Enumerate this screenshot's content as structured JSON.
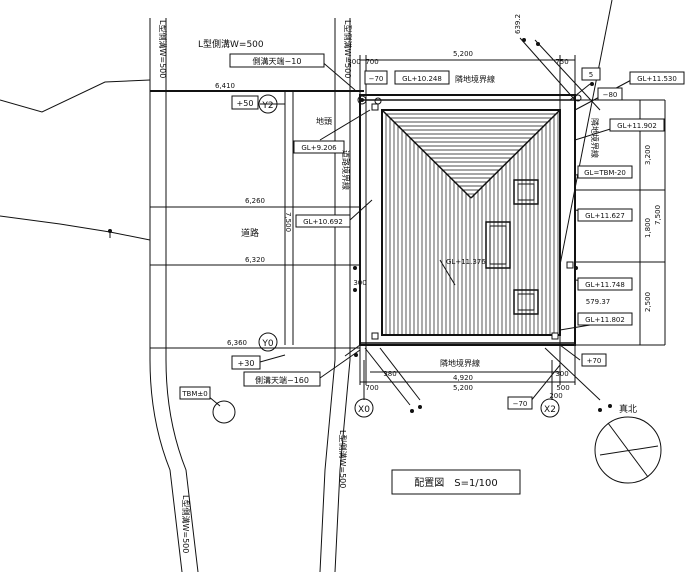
{
  "title": "配置図　S=1/100",
  "labels": {
    "road": "道路",
    "north": "真北",
    "tbm_box": "TBM±0",
    "jichou": "地頭",
    "neighbor_top": "隣地境界線",
    "neighbor_bottom": "隣地境界線",
    "neighbor_right": "隣地境界線",
    "road_boundary": "道路境界線",
    "gl_tbm": "GL=TBM-20",
    "sokkou_top": "側溝天端−10",
    "sokkou_bottom": "側溝天端−160",
    "sokkou_w_top": "L型側溝W=500",
    "sokkou_w_left": "L型側溝W=500",
    "sokkou_w_left_bottom": "L型側溝W=500",
    "sokkou_w_center": "L型側溝W=500",
    "sokkou_w_top_vert": "L型側溝W=500"
  },
  "levels": {
    "gl_10248": "GL+10.248",
    "gl_11530": "GL+11.530",
    "gl_11902": "GL+11.902",
    "gl_9206": "GL+9.206",
    "gl_10692": "GL+10.692",
    "gl_11627": "GL+11.627",
    "gl_11748": "GL+11.748",
    "gl_11802": "GL+11.802",
    "gl_11376": "GL+11.376",
    "m70_top": "−70",
    "m80": "−80",
    "p50": "+50",
    "p30": "+30",
    "p70": "+70",
    "m70_bottom": "−70",
    "p0": "±0"
  },
  "dimensions": {
    "d5200_top": "5,200",
    "d700_top": "700",
    "d750_top": "750",
    "d300_top": "300",
    "d6410": "6,410",
    "d6260": "6,260",
    "d6320": "6,320",
    "d6360": "6,360",
    "d7500": "7,500",
    "d3200": "3,200",
    "d1800": "1,800",
    "d2500": "2,500",
    "d7500_right": "7,500",
    "d4920": "4,920",
    "d5200_bottom": "5,200",
    "d700_bottom": "700",
    "d500_bottom": "500",
    "d200_bottom": "200",
    "d300_bottom": "300",
    "d380": "380",
    "d300_mid": "300",
    "d57937": "579.37",
    "d6392": "639.2",
    "d5": "5"
  },
  "grid_marks": {
    "y2": "Y2",
    "y0": "Y0",
    "x0": "X0",
    "x2": "X2"
  }
}
